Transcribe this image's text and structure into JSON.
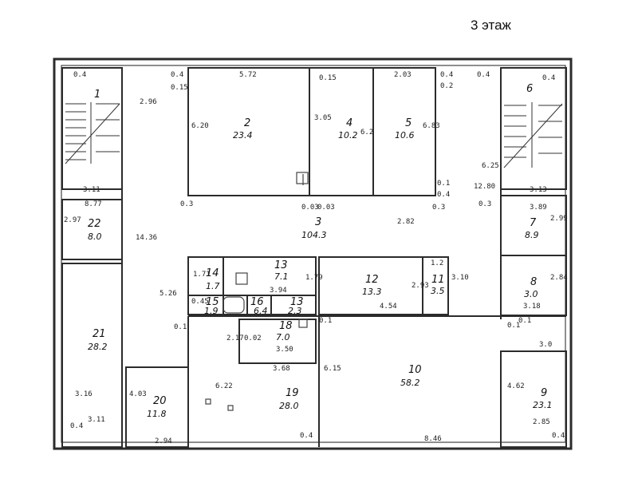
{
  "title": "3 этаж",
  "rooms": [
    {
      "no": "1",
      "area": ""
    },
    {
      "no": "2",
      "area": "23.4"
    },
    {
      "no": "3",
      "area": "104.3"
    },
    {
      "no": "4",
      "area": "10.2"
    },
    {
      "no": "5",
      "area": "10.6"
    },
    {
      "no": "6",
      "area": ""
    },
    {
      "no": "7",
      "area": "8.9"
    },
    {
      "no": "8",
      "area": "3.0"
    },
    {
      "no": "9",
      "area": "23.1"
    },
    {
      "no": "10",
      "area": "58.2"
    },
    {
      "no": "11",
      "area": "3.5"
    },
    {
      "no": "12",
      "area": "13.3"
    },
    {
      "no": "13",
      "area": "7.1"
    },
    {
      "no": "13",
      "area": "2.3"
    },
    {
      "no": "14",
      "area": "1.7"
    },
    {
      "no": "15",
      "area": "1.9"
    },
    {
      "no": "16",
      "area": "6.4"
    },
    {
      "no": "18",
      "area": "7.0"
    },
    {
      "no": "19",
      "area": "28.0"
    },
    {
      "no": "20",
      "area": "11.8"
    },
    {
      "no": "21",
      "area": "28.2"
    },
    {
      "no": "22",
      "area": "8.0"
    }
  ],
  "dimensions": [
    "0.4",
    "2.96",
    "0.4",
    "0.15",
    "5.72",
    "0.15",
    "2.03",
    "0.2",
    "0.4",
    "0.4",
    "0.4",
    "6.20",
    "3.05",
    "6.2",
    "6.83",
    "6.25",
    "12.80",
    "3.11",
    "3.13",
    "0.3",
    "0.3",
    "0.03",
    "0.03",
    "0.3",
    "0.1",
    "0.4",
    "2.97",
    "8.77",
    "14.36",
    "2.82",
    "3.89",
    "2.99",
    "1.71",
    "1.2",
    "1.79",
    "2.93",
    "3.10",
    "2.84",
    "3.94",
    "4.54",
    "3.18",
    "5.26",
    "0.45",
    "0.1",
    "0.1",
    "0.1",
    "0.1",
    "2.17",
    "0.02",
    "3.50",
    "3.68",
    "6.15",
    "3.0",
    "4.03",
    "6.22",
    "4.62",
    "3.16",
    "0.4",
    "0.4",
    "3.11",
    "2.94",
    "8.46",
    "2.85",
    "0.4"
  ]
}
